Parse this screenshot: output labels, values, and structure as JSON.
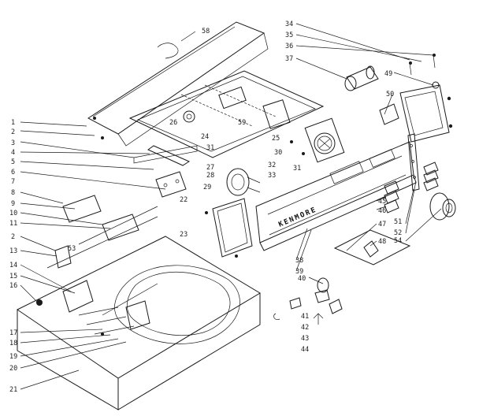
{
  "diagram": {
    "brand_text": "KENMORE",
    "callouts": [
      "1",
      "2",
      "3",
      "4",
      "5",
      "6",
      "7",
      "8",
      "9",
      "10",
      "11",
      "2",
      "13",
      "14",
      "15",
      "16",
      "17",
      "18",
      "19",
      "20",
      "21",
      "22",
      "23",
      "24",
      "25",
      "26",
      "27",
      "28",
      "29",
      "30",
      "31",
      "31",
      "32",
      "33",
      "34",
      "35",
      "36",
      "37",
      "38",
      "39",
      "40",
      "41",
      "42",
      "43",
      "44",
      "45",
      "46",
      "47",
      "48",
      "49",
      "50",
      "51",
      "52",
      "53",
      "54",
      "58",
      "59"
    ]
  }
}
